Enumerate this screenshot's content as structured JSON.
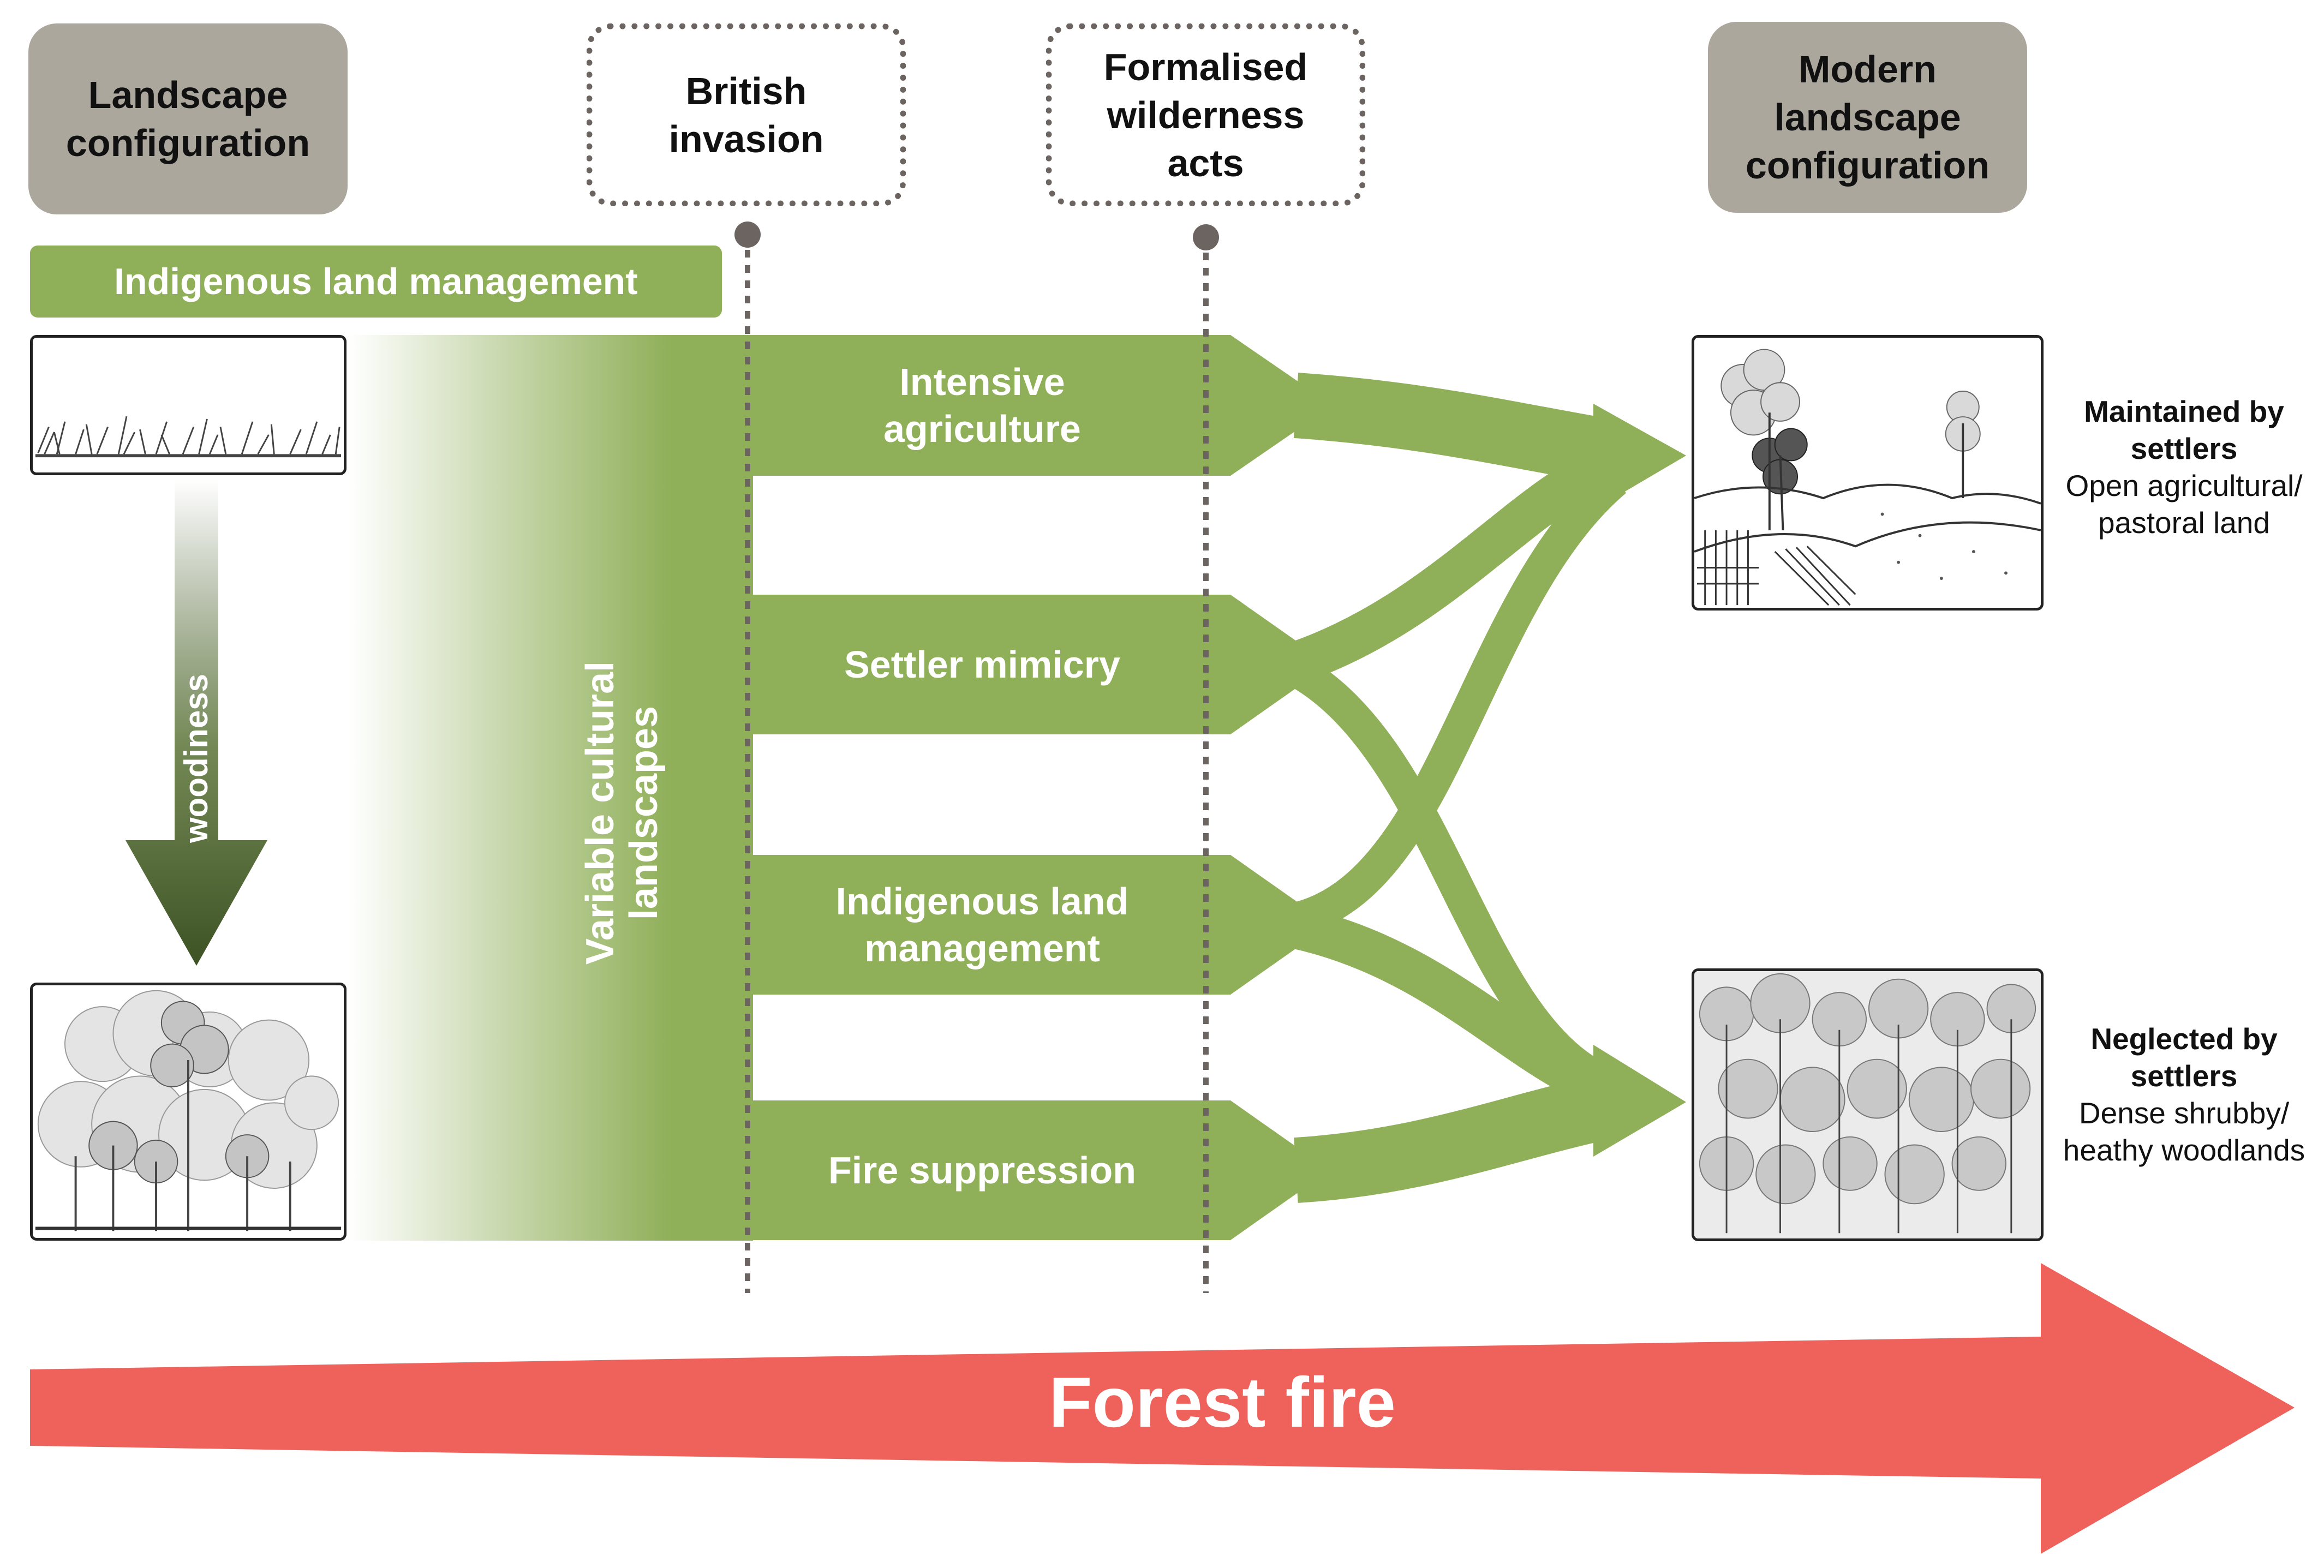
{
  "header": {
    "landscape_configuration": "Landscape\nconfiguration",
    "british_invasion": "British\ninvasion",
    "wilderness_acts": "Formalised\nwilderness\nacts",
    "modern_configuration": "Modern\nlandscape\nconfiguration"
  },
  "indigenous_banner": "Indigenous land management",
  "gradient_label": "Variable cultural\nlandscapes",
  "woodiness_label": "woodiness",
  "pathways": [
    {
      "label": "Intensive\nagriculture"
    },
    {
      "label": "Settler mimicry"
    },
    {
      "label": "Indigenous land\nmanagement"
    },
    {
      "label": "Fire suppression"
    }
  ],
  "outcomes": {
    "maintained": {
      "title": "Maintained by\nsettlers",
      "description": "Open agricultural/\npastoral land"
    },
    "neglected": {
      "title": "Neglected by\nsettlers",
      "description": "Dense shrubby/\nheathy woodlands"
    }
  },
  "forest_fire_label": "Forest fire",
  "colors": {
    "green": "#8faf58",
    "dark_green": "#3d5224",
    "grey_box": "#aca79d",
    "dotted_line": "#6b6460",
    "fire_red": "#ef625c"
  }
}
